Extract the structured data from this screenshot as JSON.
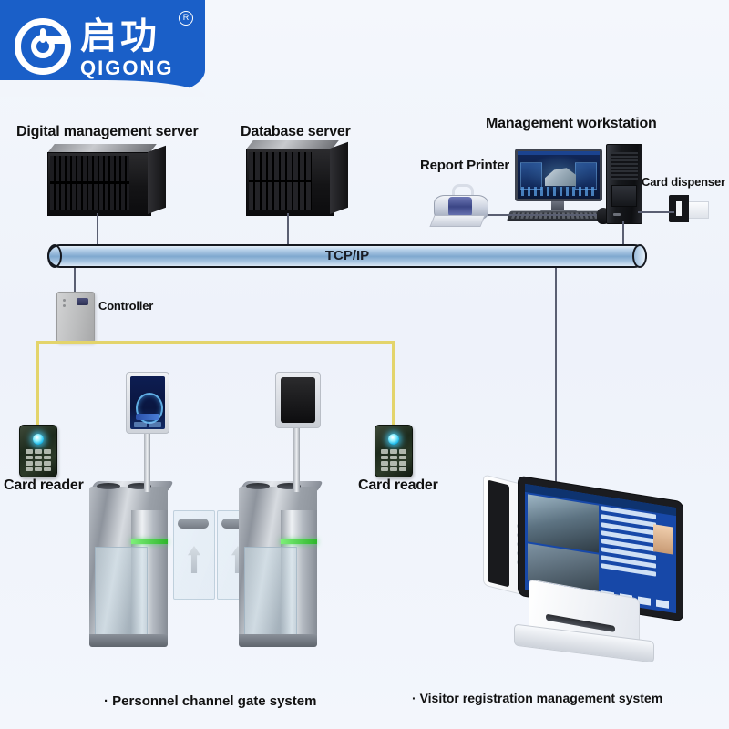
{
  "brand": {
    "logo_cn": "启功",
    "logo_en": "QIGONG",
    "registered_mark": "R",
    "icon": "power-button-circle-logo",
    "color": "#1a5fc8"
  },
  "diagram": {
    "type": "system-architecture",
    "background_color": "#f2f5fb",
    "network_bus": {
      "label": "TCP/IP",
      "color": "#7fa8cf"
    },
    "wire_colors": {
      "network": "#5a5f72",
      "controller_bus": "#e3d46b"
    },
    "nodes": [
      {
        "id": "digital-management-server",
        "label": "Digital management server",
        "icon": "server-rack-icon"
      },
      {
        "id": "database-server",
        "label": "Database server",
        "icon": "server-rack-icon"
      },
      {
        "id": "management-workstation",
        "label": "Management workstation",
        "icon": "desktop-computer-icon"
      },
      {
        "id": "report-printer",
        "label": "Report Printer",
        "icon": "printer-icon"
      },
      {
        "id": "card-dispenser",
        "label": "Card dispenser",
        "icon": "card-dispenser-icon"
      },
      {
        "id": "controller",
        "label": "Controller",
        "icon": "controller-box-icon"
      },
      {
        "id": "card-reader-left",
        "label": "Card reader",
        "icon": "card-reader-keypad-icon"
      },
      {
        "id": "card-reader-right",
        "label": "Card reader",
        "icon": "card-reader-keypad-icon"
      }
    ],
    "captions": [
      {
        "bullet": "·",
        "text": "Personnel channel gate system"
      },
      {
        "bullet": "·",
        "text": "Visitor registration management system"
      }
    ]
  }
}
